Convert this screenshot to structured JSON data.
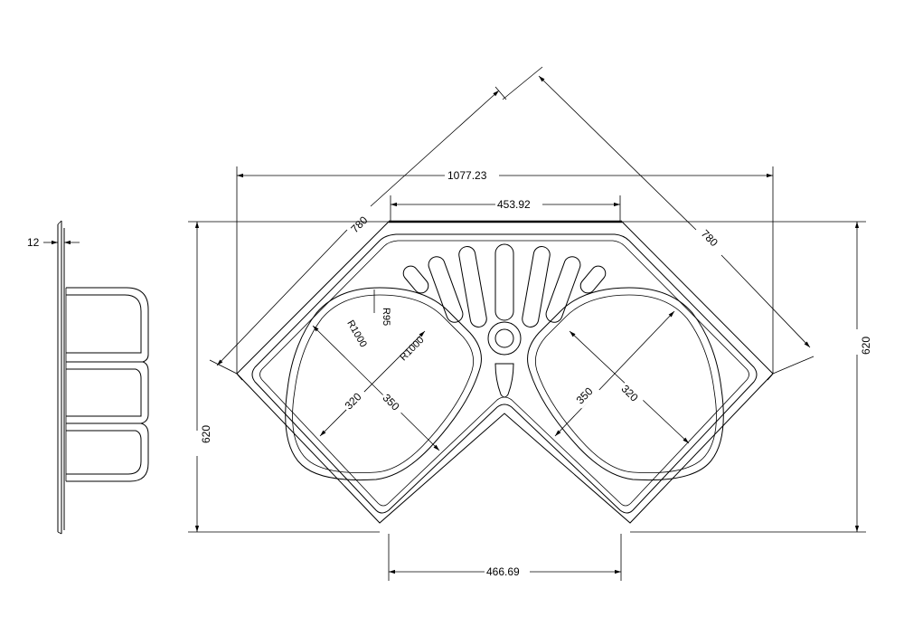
{
  "diagram": {
    "dimensions": {
      "overall_width": "1077.23",
      "top_edge": "453.92",
      "bottom_opening": "466.69",
      "left_height": "620",
      "right_height": "620",
      "left_arm": "780",
      "right_arm": "780",
      "lip_thickness": "12",
      "left_bowl_width": "320",
      "left_bowl_length": "350",
      "right_bowl_width": "320",
      "right_bowl_length": "350",
      "bowl_radius_a": "R1000",
      "bowl_radius_b": "R1000",
      "corner_radius": "R95"
    }
  }
}
